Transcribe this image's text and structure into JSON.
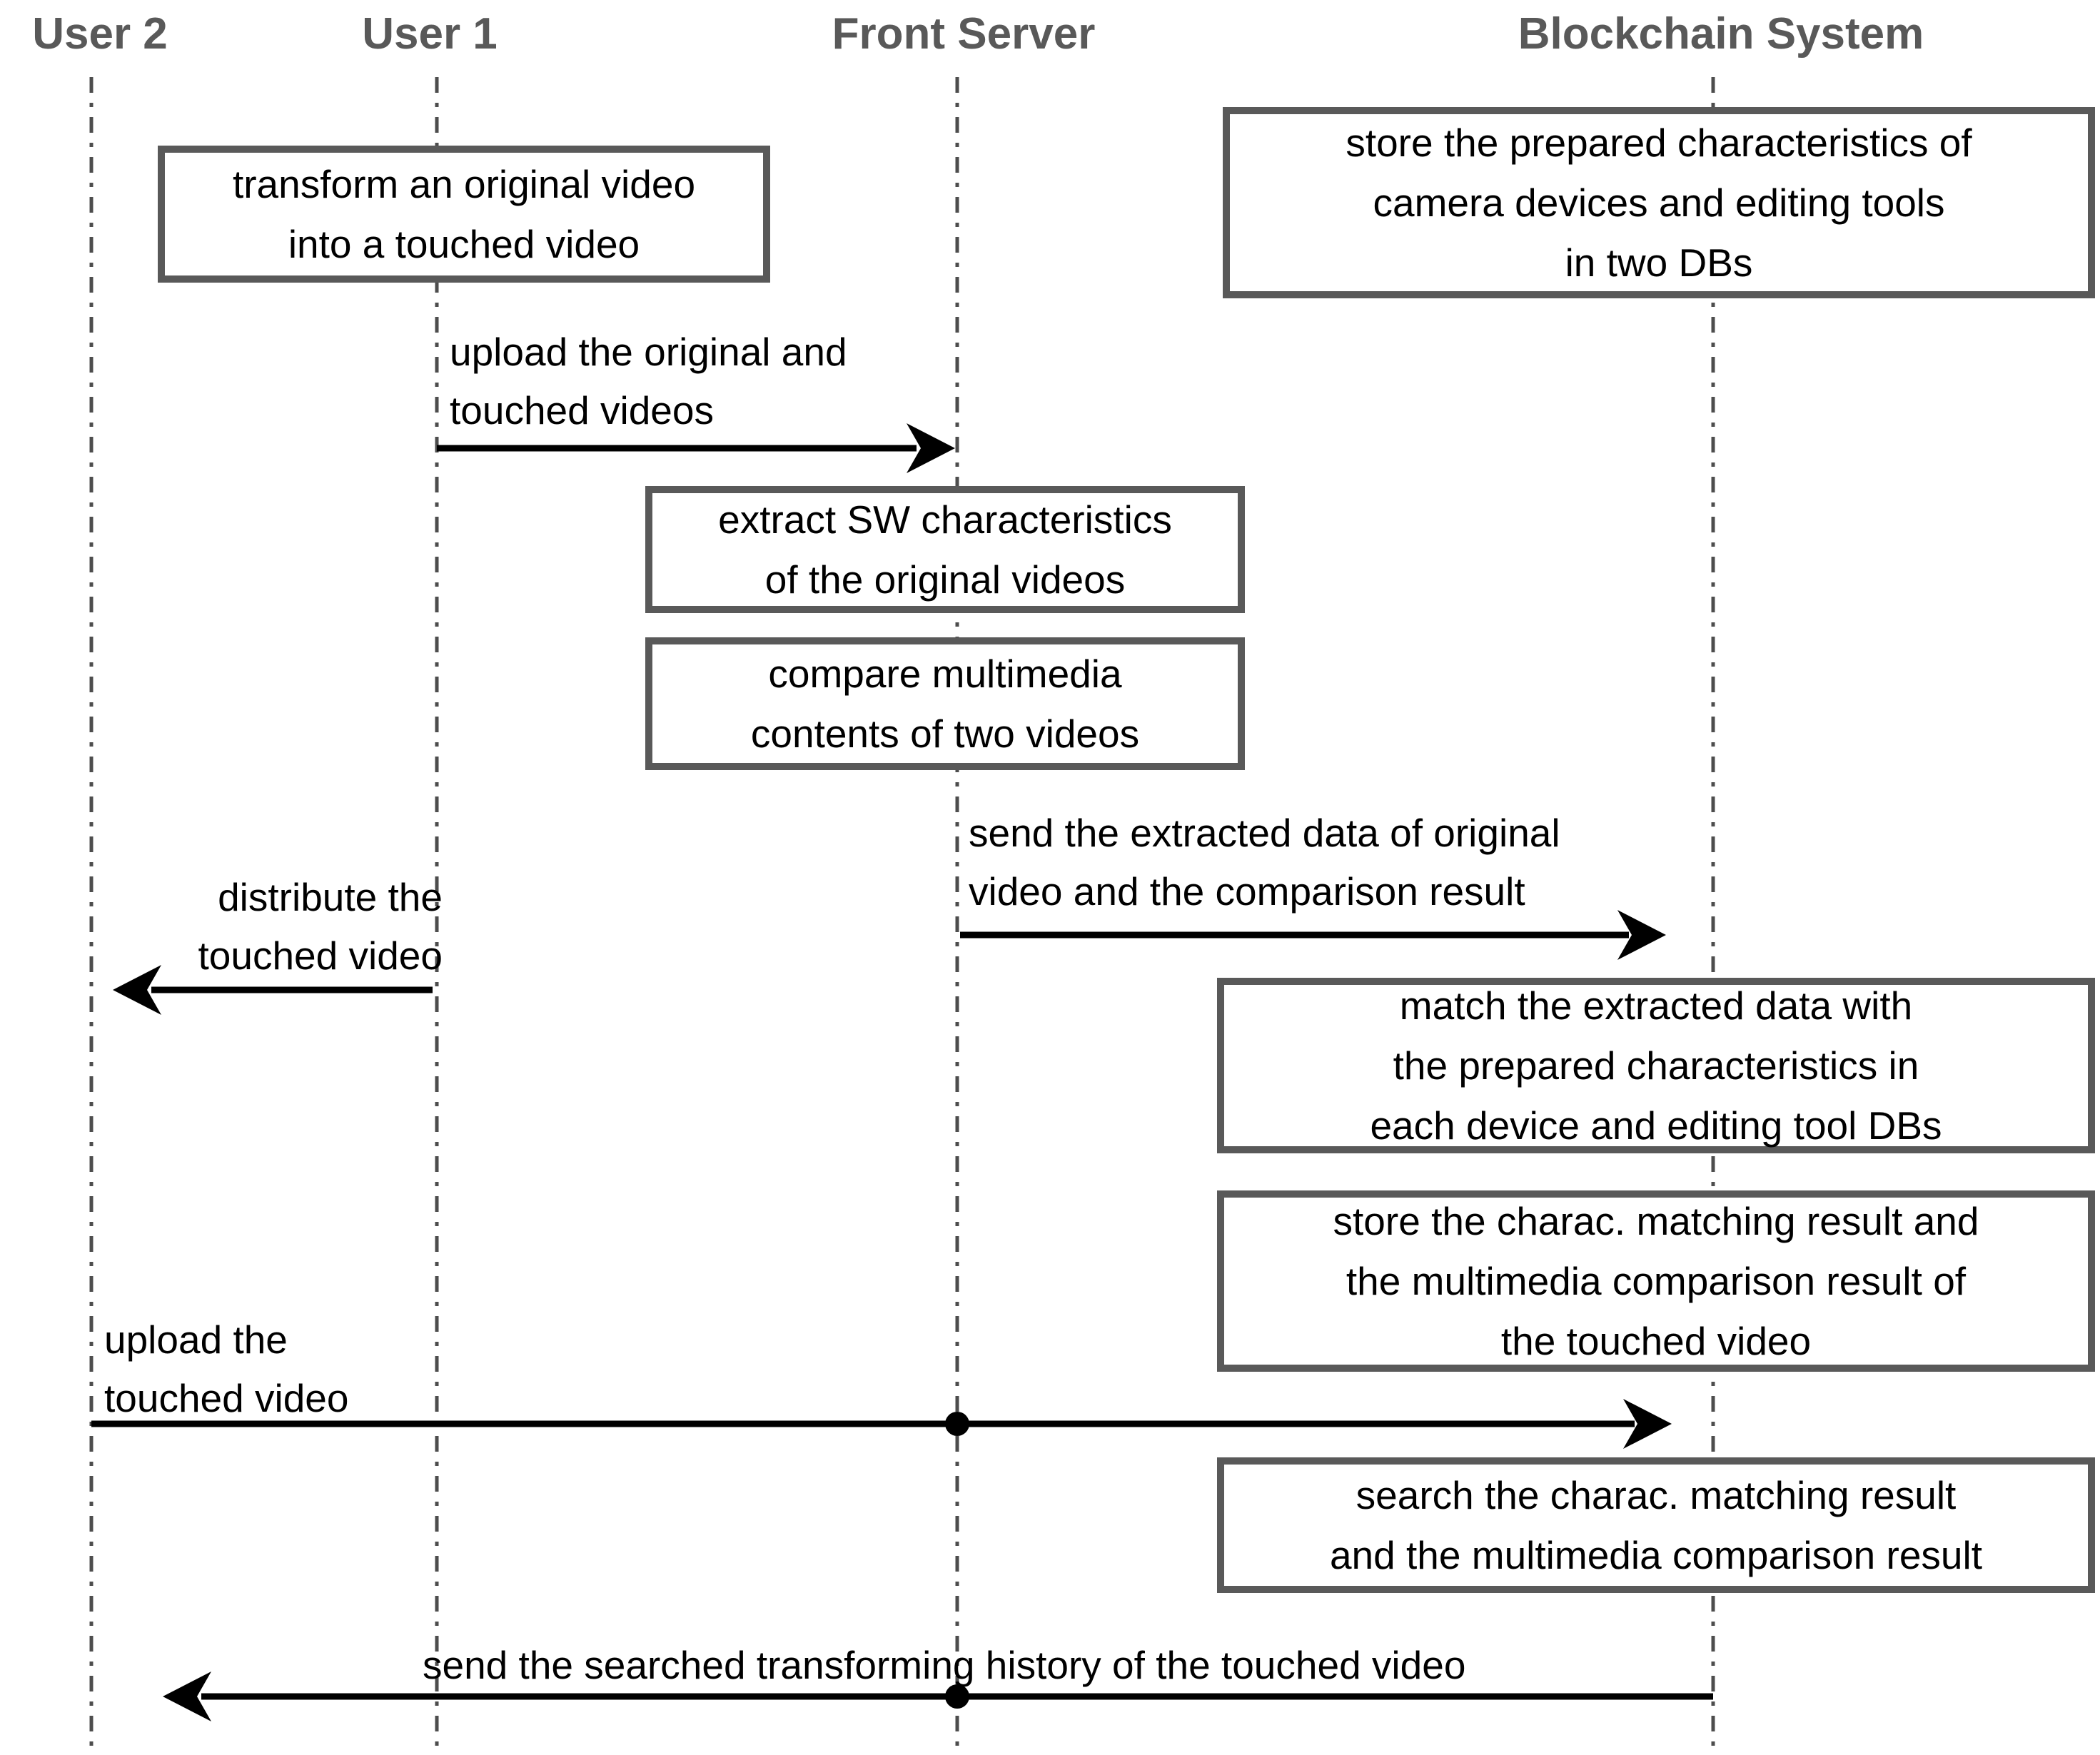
{
  "actors": [
    {
      "label": "User 2"
    },
    {
      "label": "User 1"
    },
    {
      "label": "Front Server"
    },
    {
      "label": "Blockchain System"
    }
  ],
  "boxes": [
    {
      "text": "transform an original video\ninto a touched video",
      "lifeline": "User 1"
    },
    {
      "text": "store the prepared characteristics of\ncamera devices and editing tools\nin two DBs",
      "lifeline": "Blockchain System"
    },
    {
      "text": "extract SW characteristics\nof the original videos",
      "lifeline": "Front Server"
    },
    {
      "text": "compare multimedia\ncontents of two videos",
      "lifeline": "Front Server"
    },
    {
      "text": "match the extracted data with\nthe prepared characteristics in\neach device and editing tool DBs",
      "lifeline": "Blockchain System"
    },
    {
      "text": "store the charac. matching result and\nthe multimedia comparison result of\nthe touched video",
      "lifeline": "Blockchain System"
    },
    {
      "text": "search the charac. matching result\nand the multimedia comparison result",
      "lifeline": "Blockchain System"
    }
  ],
  "messages": [
    {
      "text": "upload the original and\ntouched videos",
      "from": "User 1",
      "to": "Front Server"
    },
    {
      "text": "send the extracted data of original\nvideo and the comparison result",
      "from": "Front Server",
      "to": "Blockchain System"
    },
    {
      "text": "distribute the\ntouched video",
      "from": "User 1",
      "to": "User 2"
    },
    {
      "text": "upload the\ntouched video",
      "from": "User 2",
      "to": "Blockchain System"
    },
    {
      "text": "send the searched transforming history of the touched video",
      "from": "Blockchain System",
      "to": "User 2"
    }
  ],
  "colors": {
    "background": "#ffffff",
    "header_text": "#595959",
    "box_border": "#595959",
    "box_fill": "#ffffff",
    "body_text": "#000000",
    "lifeline": "#4d4d4d",
    "arrow": "#000000"
  }
}
